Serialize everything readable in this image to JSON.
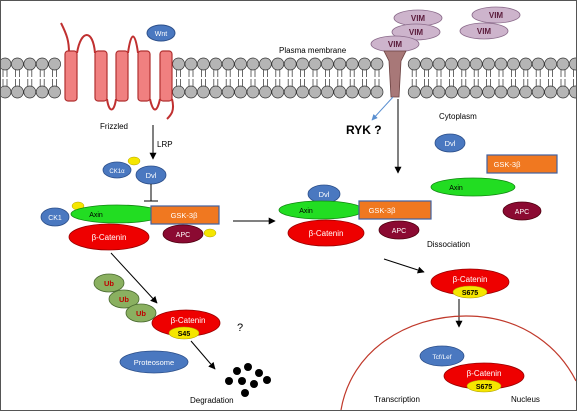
{
  "labels": {
    "wnt": "Wnt",
    "plasma_membrane": "Plasma membrane",
    "cytoplasm": "Cytoplasm",
    "frizzled": "Frizzled",
    "lrp": "LRP",
    "ryk": "RYK ?",
    "vim": "VIM",
    "ck1a": "CK1α",
    "dvl": "Dvl",
    "ck1": "CK1",
    "axin": "Axin",
    "gsk3b": "GSK-3β",
    "apc": "APC",
    "beta_catenin": "β-Catenin",
    "ub": "Ub",
    "s45": "S45",
    "question": "?",
    "proteosome": "Proteosome",
    "degradation": "Degradation",
    "dissociation": "Dissociation",
    "s675": "S675",
    "tcf_lef": "Tcf/Lef",
    "transcription": "Transcription",
    "nucleus": "Nucleus"
  },
  "colors": {
    "beta_catenin": "#ee0000",
    "axin": "#22dd22",
    "gsk3b": "#f07820",
    "apc": "#8b0a32",
    "blue_protein": "#4a78c0",
    "ub": "#8ab060",
    "yellow": "#f5e600",
    "frizzled": "#f08080",
    "membrane_head": "#b0b0b0",
    "vim": "#cdb4cc",
    "nucleus": "#c0392b"
  }
}
